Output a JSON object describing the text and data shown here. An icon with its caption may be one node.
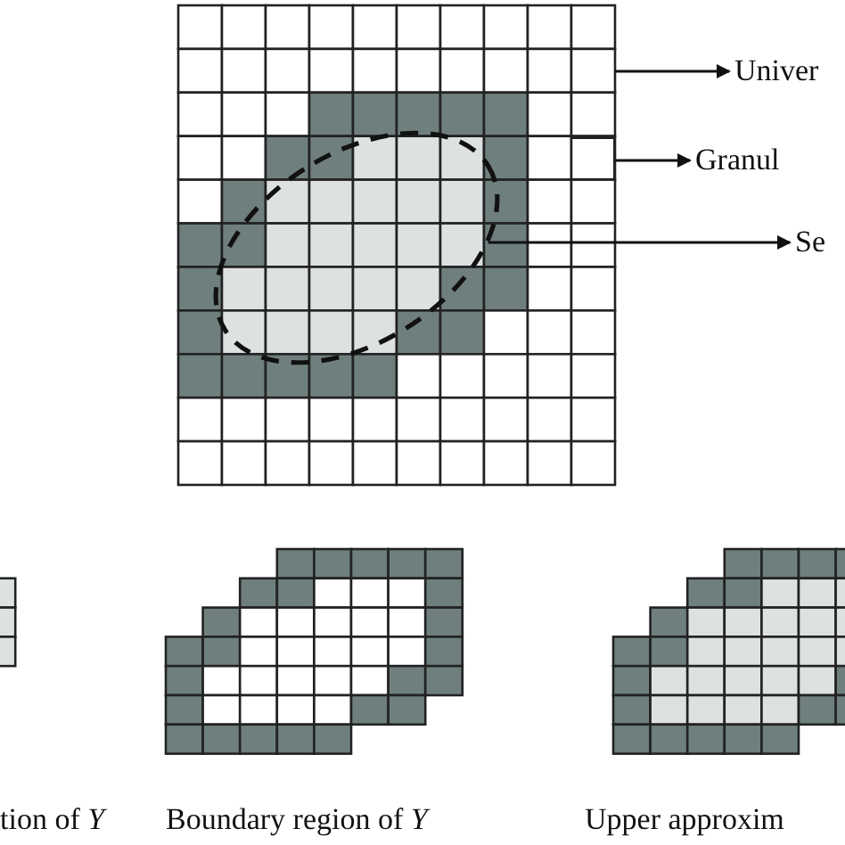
{
  "diagram": {
    "nodes": [
      {
        "text": [],
        "shape": "grid"
      },
      {
        "text": [
          "Univer"
        ]
      },
      {
        "text": [],
        "shape": "box",
        "in": 0
      },
      {
        "text": [
          "Granul"
        ]
      },
      {
        "text": [],
        "shape": "ellipse",
        "in": 0
      },
      {
        "text": [
          "Se"
        ]
      }
    ],
    "edges": [
      {
        "from": 0,
        "to": 1,
        "arrow": "to"
      },
      {
        "from": 2,
        "to": 3,
        "arrow": "to"
      },
      {
        "from": 4,
        "to": 5,
        "arrow": "to"
      }
    ],
    "labels": [
      "tion of *Y*",
      "Boundary region of *Y*",
      "Upper approxim"
    ]
  }
}
